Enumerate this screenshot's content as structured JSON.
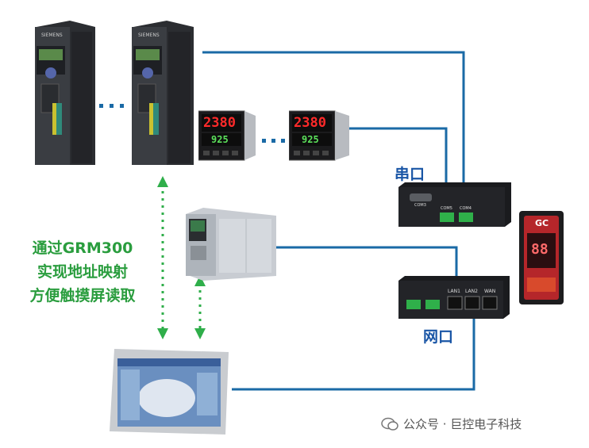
{
  "labels": {
    "serial": "串口",
    "network": "网口"
  },
  "caption": {
    "line1": "通过GRM300",
    "line2": "实现地址映射",
    "line3": "方便触摸屏读取"
  },
  "controller_display": {
    "pv": "2380",
    "sv": "925"
  },
  "gateway_serial": {
    "port_com3": "COM3",
    "port_com5": "COM5",
    "port_com4": "COM4"
  },
  "gateway_network": {
    "lan1": "LAN1",
    "lan2": "LAN2",
    "wan": "WAN"
  },
  "side_device": {
    "logo": "GC",
    "digits": "88"
  },
  "watermark": "公众号 · 巨控电子科技",
  "colors": {
    "line": "#1a6aa6",
    "dotted": "#2fae4a",
    "label_blue": "#1a56a6",
    "caption_green": "#2a9d3e"
  }
}
